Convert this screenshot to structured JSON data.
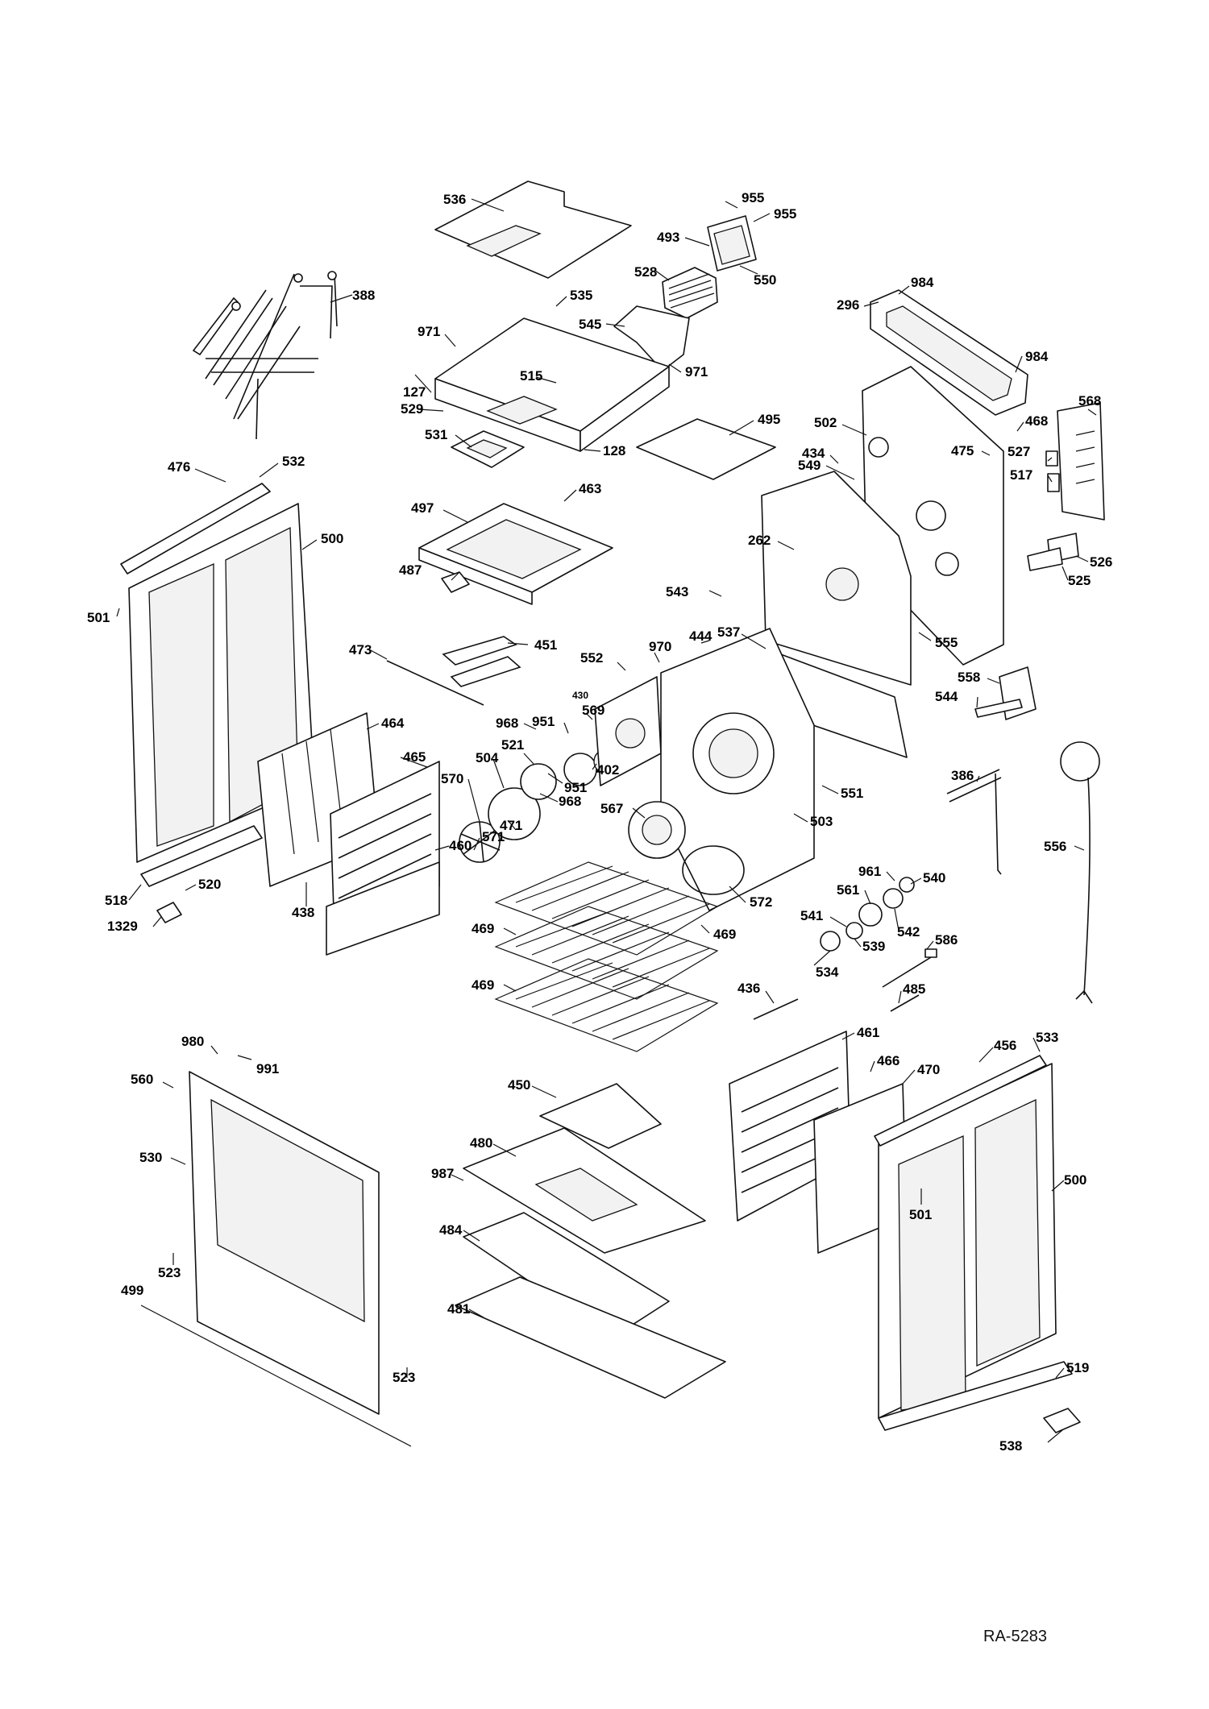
{
  "reference_code": "RA-5283",
  "callouts": [
    {
      "id": "536",
      "text": "536"
    },
    {
      "id": "955a",
      "text": "955"
    },
    {
      "id": "955b",
      "text": "955"
    },
    {
      "id": "493",
      "text": "493"
    },
    {
      "id": "528",
      "text": "528"
    },
    {
      "id": "550",
      "text": "550"
    },
    {
      "id": "388",
      "text": "388"
    },
    {
      "id": "535",
      "text": "535"
    },
    {
      "id": "545",
      "text": "545"
    },
    {
      "id": "971a",
      "text": "971"
    },
    {
      "id": "971b",
      "text": "971"
    },
    {
      "id": "127",
      "text": "127"
    },
    {
      "id": "515",
      "text": "515"
    },
    {
      "id": "529",
      "text": "529"
    },
    {
      "id": "531",
      "text": "531"
    },
    {
      "id": "128",
      "text": "128"
    },
    {
      "id": "495",
      "text": "495"
    },
    {
      "id": "296",
      "text": "296"
    },
    {
      "id": "984a",
      "text": "984"
    },
    {
      "id": "984b",
      "text": "984"
    },
    {
      "id": "568",
      "text": "568"
    },
    {
      "id": "502",
      "text": "502"
    },
    {
      "id": "468",
      "text": "468"
    },
    {
      "id": "475",
      "text": "475"
    },
    {
      "id": "434",
      "text": "434"
    },
    {
      "id": "527",
      "text": "527"
    },
    {
      "id": "549",
      "text": "549"
    },
    {
      "id": "517",
      "text": "517"
    },
    {
      "id": "476",
      "text": "476"
    },
    {
      "id": "532",
      "text": "532"
    },
    {
      "id": "463",
      "text": "463"
    },
    {
      "id": "497",
      "text": "497"
    },
    {
      "id": "500a",
      "text": "500"
    },
    {
      "id": "262",
      "text": "262"
    },
    {
      "id": "526",
      "text": "526"
    },
    {
      "id": "525",
      "text": "525"
    },
    {
      "id": "487",
      "text": "487"
    },
    {
      "id": "501a",
      "text": "501"
    },
    {
      "id": "543",
      "text": "543"
    },
    {
      "id": "444",
      "text": "444"
    },
    {
      "id": "537",
      "text": "537"
    },
    {
      "id": "555",
      "text": "555"
    },
    {
      "id": "473",
      "text": "473"
    },
    {
      "id": "451",
      "text": "451"
    },
    {
      "id": "970",
      "text": "970"
    },
    {
      "id": "552",
      "text": "552"
    },
    {
      "id": "558",
      "text": "558"
    },
    {
      "id": "430",
      "text": "430"
    },
    {
      "id": "544",
      "text": "544"
    },
    {
      "id": "464",
      "text": "464"
    },
    {
      "id": "968a",
      "text": "968"
    },
    {
      "id": "951a",
      "text": "951"
    },
    {
      "id": "569",
      "text": "569"
    },
    {
      "id": "465",
      "text": "465"
    },
    {
      "id": "521",
      "text": "521"
    },
    {
      "id": "504",
      "text": "504"
    },
    {
      "id": "402",
      "text": "402"
    },
    {
      "id": "570",
      "text": "570"
    },
    {
      "id": "951b",
      "text": "951"
    },
    {
      "id": "968b",
      "text": "968"
    },
    {
      "id": "471",
      "text": "471"
    },
    {
      "id": "551",
      "text": "551"
    },
    {
      "id": "386",
      "text": "386"
    },
    {
      "id": "571",
      "text": "571"
    },
    {
      "id": "503",
      "text": "503"
    },
    {
      "id": "567",
      "text": "567"
    },
    {
      "id": "460",
      "text": "460"
    },
    {
      "id": "556",
      "text": "556"
    },
    {
      "id": "518",
      "text": "518"
    },
    {
      "id": "520",
      "text": "520"
    },
    {
      "id": "438",
      "text": "438"
    },
    {
      "id": "1329",
      "text": "1329"
    },
    {
      "id": "572",
      "text": "572"
    },
    {
      "id": "961",
      "text": "961"
    },
    {
      "id": "540",
      "text": "540"
    },
    {
      "id": "561",
      "text": "561"
    },
    {
      "id": "541",
      "text": "541"
    },
    {
      "id": "542",
      "text": "542"
    },
    {
      "id": "469a",
      "text": "469"
    },
    {
      "id": "469b",
      "text": "469"
    },
    {
      "id": "539",
      "text": "539"
    },
    {
      "id": "586",
      "text": "586"
    },
    {
      "id": "534",
      "text": "534"
    },
    {
      "id": "469c",
      "text": "469"
    },
    {
      "id": "436",
      "text": "436"
    },
    {
      "id": "485",
      "text": "485"
    },
    {
      "id": "461",
      "text": "461"
    },
    {
      "id": "980",
      "text": "980"
    },
    {
      "id": "456",
      "text": "456"
    },
    {
      "id": "533",
      "text": "533"
    },
    {
      "id": "991",
      "text": "991"
    },
    {
      "id": "466",
      "text": "466"
    },
    {
      "id": "470",
      "text": "470"
    },
    {
      "id": "560",
      "text": "560"
    },
    {
      "id": "450",
      "text": "450"
    },
    {
      "id": "530",
      "text": "530"
    },
    {
      "id": "480",
      "text": "480"
    },
    {
      "id": "987",
      "text": "987"
    },
    {
      "id": "500b",
      "text": "500"
    },
    {
      "id": "501b",
      "text": "501"
    },
    {
      "id": "484",
      "text": "484"
    },
    {
      "id": "523a",
      "text": "523"
    },
    {
      "id": "499",
      "text": "499"
    },
    {
      "id": "481",
      "text": "481"
    },
    {
      "id": "523b",
      "text": "523"
    },
    {
      "id": "519",
      "text": "519"
    },
    {
      "id": "538",
      "text": "538"
    }
  ]
}
